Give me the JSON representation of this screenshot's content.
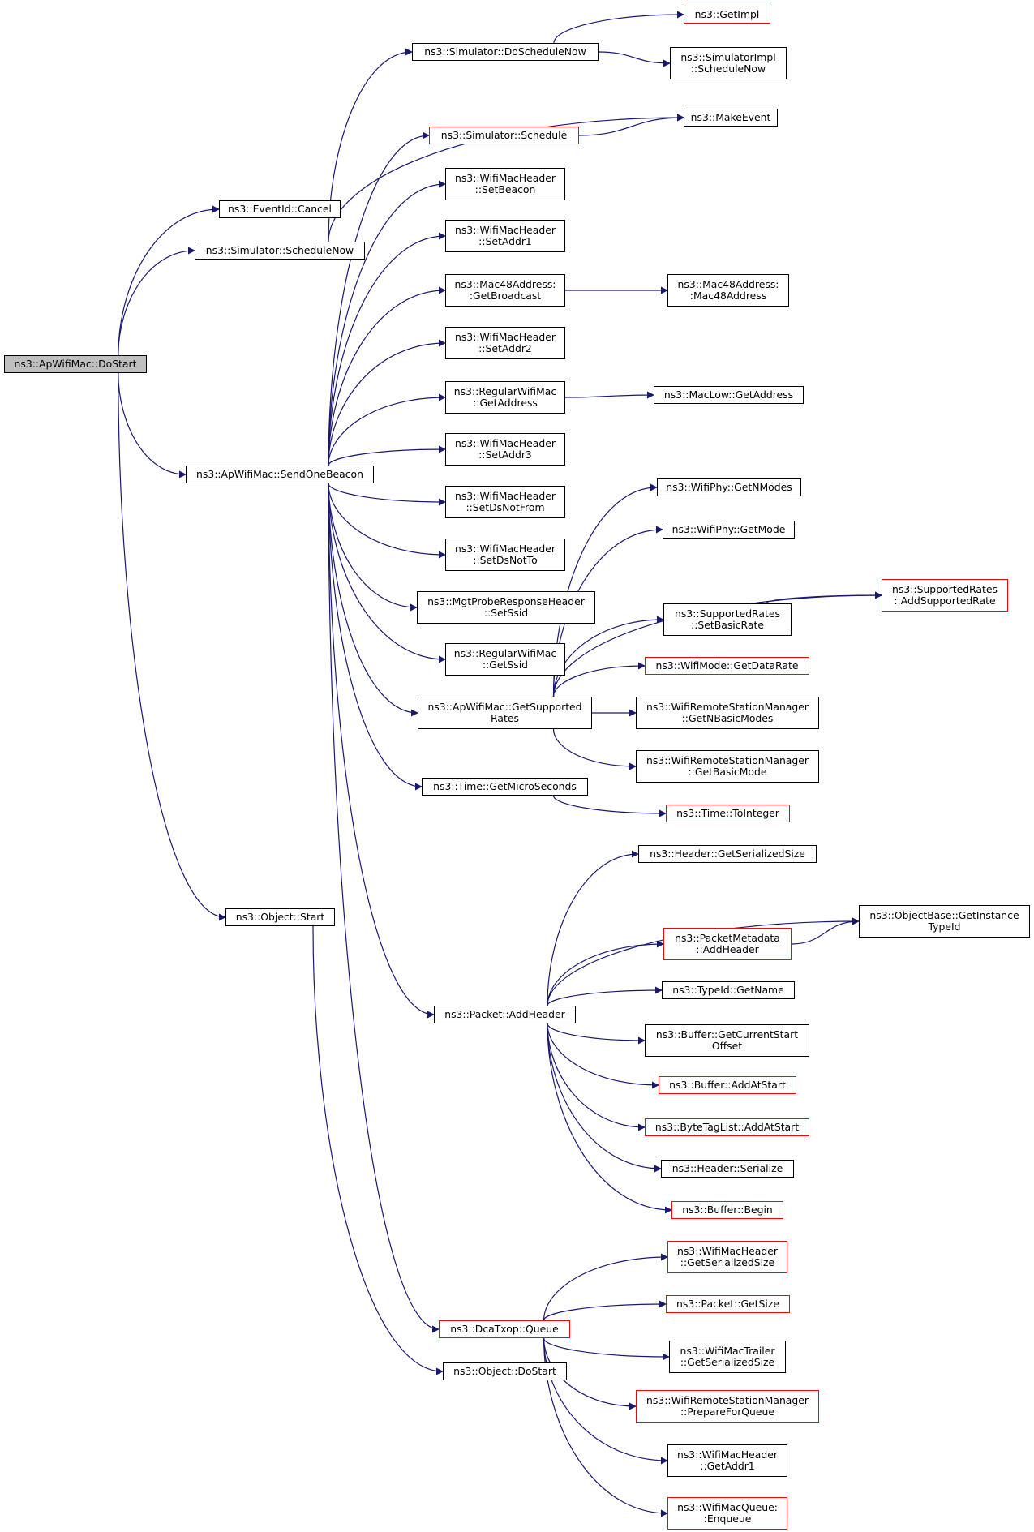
{
  "colors": {
    "edge": "#191970",
    "node_border": "#000000",
    "red_border": "#ff0000",
    "root_fill": "#bfbfbf"
  },
  "nodes": [
    {
      "id": "root",
      "label": "ns3::ApWifiMac::DoStart",
      "kind": "root"
    },
    {
      "id": "cancel",
      "label": "ns3::EventId::Cancel",
      "kind": "normal"
    },
    {
      "id": "scheduleNow",
      "label": "ns3::Simulator::ScheduleNow",
      "kind": "normal"
    },
    {
      "id": "sendBeacon",
      "label": "ns3::ApWifiMac::SendOneBeacon",
      "kind": "normal"
    },
    {
      "id": "objStart",
      "label": "ns3::Object::Start",
      "kind": "normal"
    },
    {
      "id": "doScheduleNow",
      "label": "ns3::Simulator::DoScheduleNow",
      "kind": "normal"
    },
    {
      "id": "getImpl",
      "label": "ns3::GetImpl",
      "kind": "red"
    },
    {
      "id": "implScheduleNow",
      "label": "ns3::SimulatorImpl\n::ScheduleNow",
      "kind": "normal"
    },
    {
      "id": "makeEvent",
      "label": "ns3::MakeEvent",
      "kind": "normal"
    },
    {
      "id": "schedule",
      "label": "ns3::Simulator::Schedule",
      "kind": "red"
    },
    {
      "id": "setBeacon",
      "label": "ns3::WifiMacHeader\n::SetBeacon",
      "kind": "normal"
    },
    {
      "id": "setAddr1",
      "label": "ns3::WifiMacHeader\n::SetAddr1",
      "kind": "normal"
    },
    {
      "id": "getBroadcast",
      "label": "ns3::Mac48Address:\n:GetBroadcast",
      "kind": "normal"
    },
    {
      "id": "mac48",
      "label": "ns3::Mac48Address:\n:Mac48Address",
      "kind": "normal"
    },
    {
      "id": "setAddr2",
      "label": "ns3::WifiMacHeader\n::SetAddr2",
      "kind": "normal"
    },
    {
      "id": "rwmGetAddress",
      "label": "ns3::RegularWifiMac\n::GetAddress",
      "kind": "normal"
    },
    {
      "id": "macLowGetAddress",
      "label": "ns3::MacLow::GetAddress",
      "kind": "normal"
    },
    {
      "id": "setAddr3",
      "label": "ns3::WifiMacHeader\n::SetAddr3",
      "kind": "normal"
    },
    {
      "id": "setDsNotFrom",
      "label": "ns3::WifiMacHeader\n::SetDsNotFrom",
      "kind": "normal"
    },
    {
      "id": "setDsNotTo",
      "label": "ns3::WifiMacHeader\n::SetDsNotTo",
      "kind": "normal"
    },
    {
      "id": "setSsid",
      "label": "ns3::MgtProbeResponseHeader\n::SetSsid",
      "kind": "normal"
    },
    {
      "id": "getSsid",
      "label": "ns3::RegularWifiMac\n::GetSsid",
      "kind": "normal"
    },
    {
      "id": "getSupportedRates",
      "label": "ns3::ApWifiMac::GetSupported\nRates",
      "kind": "normal"
    },
    {
      "id": "getNModes",
      "label": "ns3::WifiPhy::GetNModes",
      "kind": "normal"
    },
    {
      "id": "getMode",
      "label": "ns3::WifiPhy::GetMode",
      "kind": "normal"
    },
    {
      "id": "addSupportedRate",
      "label": "ns3::SupportedRates\n::AddSupportedRate",
      "kind": "red"
    },
    {
      "id": "setBasicRate",
      "label": "ns3::SupportedRates\n::SetBasicRate",
      "kind": "normal"
    },
    {
      "id": "getDataRate",
      "label": "ns3::WifiMode::GetDataRate",
      "kind": "red"
    },
    {
      "id": "getNBasicModes",
      "label": "ns3::WifiRemoteStationManager\n::GetNBasicModes",
      "kind": "normal"
    },
    {
      "id": "getBasicMode",
      "label": "ns3::WifiRemoteStationManager\n::GetBasicMode",
      "kind": "normal"
    },
    {
      "id": "getMicroSeconds",
      "label": "ns3::Time::GetMicroSeconds",
      "kind": "normal"
    },
    {
      "id": "toInteger",
      "label": "ns3::Time::ToInteger",
      "kind": "red"
    },
    {
      "id": "hdrGetSerializedSize",
      "label": "ns3::Header::GetSerializedSize",
      "kind": "normal"
    },
    {
      "id": "getInstanceTypeId",
      "label": "ns3::ObjectBase::GetInstance\nTypeId",
      "kind": "normal"
    },
    {
      "id": "pmAddHeader",
      "label": "ns3::PacketMetadata\n::AddHeader",
      "kind": "red"
    },
    {
      "id": "typeIdGetName",
      "label": "ns3::TypeId::GetName",
      "kind": "normal"
    },
    {
      "id": "packetAddHeader",
      "label": "ns3::Packet::AddHeader",
      "kind": "normal"
    },
    {
      "id": "getCurrentStartOffset",
      "label": "ns3::Buffer::GetCurrentStart\nOffset",
      "kind": "normal"
    },
    {
      "id": "bufAddAtStart",
      "label": "ns3::Buffer::AddAtStart",
      "kind": "red"
    },
    {
      "id": "btlAddAtStart",
      "label": "ns3::ByteTagList::AddAtStart",
      "kind": "red"
    },
    {
      "id": "hdrSerialize",
      "label": "ns3::Header::Serialize",
      "kind": "normal"
    },
    {
      "id": "bufBegin",
      "label": "ns3::Buffer::Begin",
      "kind": "red"
    },
    {
      "id": "wmhGetSerializedSize",
      "label": "ns3::WifiMacHeader\n::GetSerializedSize",
      "kind": "red"
    },
    {
      "id": "pktGetSize",
      "label": "ns3::Packet::GetSize",
      "kind": "red"
    },
    {
      "id": "dcaQueue",
      "label": "ns3::DcaTxop::Queue",
      "kind": "red"
    },
    {
      "id": "wmtGetSerializedSize",
      "label": "ns3::WifiMacTrailer\n::GetSerializedSize",
      "kind": "normal"
    },
    {
      "id": "objDoStart",
      "label": "ns3::Object::DoStart",
      "kind": "normal"
    },
    {
      "id": "prepareForQueue",
      "label": "ns3::WifiRemoteStationManager\n::PrepareForQueue",
      "kind": "red"
    },
    {
      "id": "wmhGetAddr1",
      "label": "ns3::WifiMacHeader\n::GetAddr1",
      "kind": "normal"
    },
    {
      "id": "enqueue",
      "label": "ns3::WifiMacQueue:\n:Enqueue",
      "kind": "red"
    }
  ],
  "edges": [
    [
      "root",
      "cancel"
    ],
    [
      "root",
      "scheduleNow"
    ],
    [
      "root",
      "sendBeacon"
    ],
    [
      "root",
      "objStart"
    ],
    [
      "scheduleNow",
      "doScheduleNow"
    ],
    [
      "scheduleNow",
      "makeEvent"
    ],
    [
      "doScheduleNow",
      "getImpl"
    ],
    [
      "doScheduleNow",
      "implScheduleNow"
    ],
    [
      "schedule",
      "makeEvent"
    ],
    [
      "sendBeacon",
      "schedule"
    ],
    [
      "sendBeacon",
      "setBeacon"
    ],
    [
      "sendBeacon",
      "setAddr1"
    ],
    [
      "sendBeacon",
      "getBroadcast"
    ],
    [
      "sendBeacon",
      "setAddr2"
    ],
    [
      "sendBeacon",
      "rwmGetAddress"
    ],
    [
      "sendBeacon",
      "setAddr3"
    ],
    [
      "sendBeacon",
      "setDsNotFrom"
    ],
    [
      "sendBeacon",
      "setDsNotTo"
    ],
    [
      "sendBeacon",
      "setSsid"
    ],
    [
      "sendBeacon",
      "getSsid"
    ],
    [
      "sendBeacon",
      "getSupportedRates"
    ],
    [
      "sendBeacon",
      "getMicroSeconds"
    ],
    [
      "sendBeacon",
      "packetAddHeader"
    ],
    [
      "sendBeacon",
      "dcaQueue"
    ],
    [
      "getBroadcast",
      "mac48"
    ],
    [
      "rwmGetAddress",
      "macLowGetAddress"
    ],
    [
      "getSupportedRates",
      "getNModes"
    ],
    [
      "getSupportedRates",
      "getMode"
    ],
    [
      "getSupportedRates",
      "addSupportedRate"
    ],
    [
      "getSupportedRates",
      "setBasicRate"
    ],
    [
      "getSupportedRates",
      "getDataRate"
    ],
    [
      "getSupportedRates",
      "getNBasicModes"
    ],
    [
      "getSupportedRates",
      "getBasicMode"
    ],
    [
      "setBasicRate",
      "addSupportedRate"
    ],
    [
      "getMicroSeconds",
      "toInteger"
    ],
    [
      "packetAddHeader",
      "hdrGetSerializedSize"
    ],
    [
      "packetAddHeader",
      "getInstanceTypeId"
    ],
    [
      "packetAddHeader",
      "pmAddHeader"
    ],
    [
      "packetAddHeader",
      "typeIdGetName"
    ],
    [
      "packetAddHeader",
      "getCurrentStartOffset"
    ],
    [
      "packetAddHeader",
      "bufAddAtStart"
    ],
    [
      "packetAddHeader",
      "btlAddAtStart"
    ],
    [
      "packetAddHeader",
      "hdrSerialize"
    ],
    [
      "packetAddHeader",
      "bufBegin"
    ],
    [
      "pmAddHeader",
      "getInstanceTypeId"
    ],
    [
      "objStart",
      "objDoStart"
    ],
    [
      "dcaQueue",
      "wmhGetSerializedSize"
    ],
    [
      "dcaQueue",
      "pktGetSize"
    ],
    [
      "dcaQueue",
      "wmtGetSerializedSize"
    ],
    [
      "dcaQueue",
      "prepareForQueue"
    ],
    [
      "dcaQueue",
      "wmhGetAddr1"
    ],
    [
      "dcaQueue",
      "enqueue"
    ]
  ]
}
